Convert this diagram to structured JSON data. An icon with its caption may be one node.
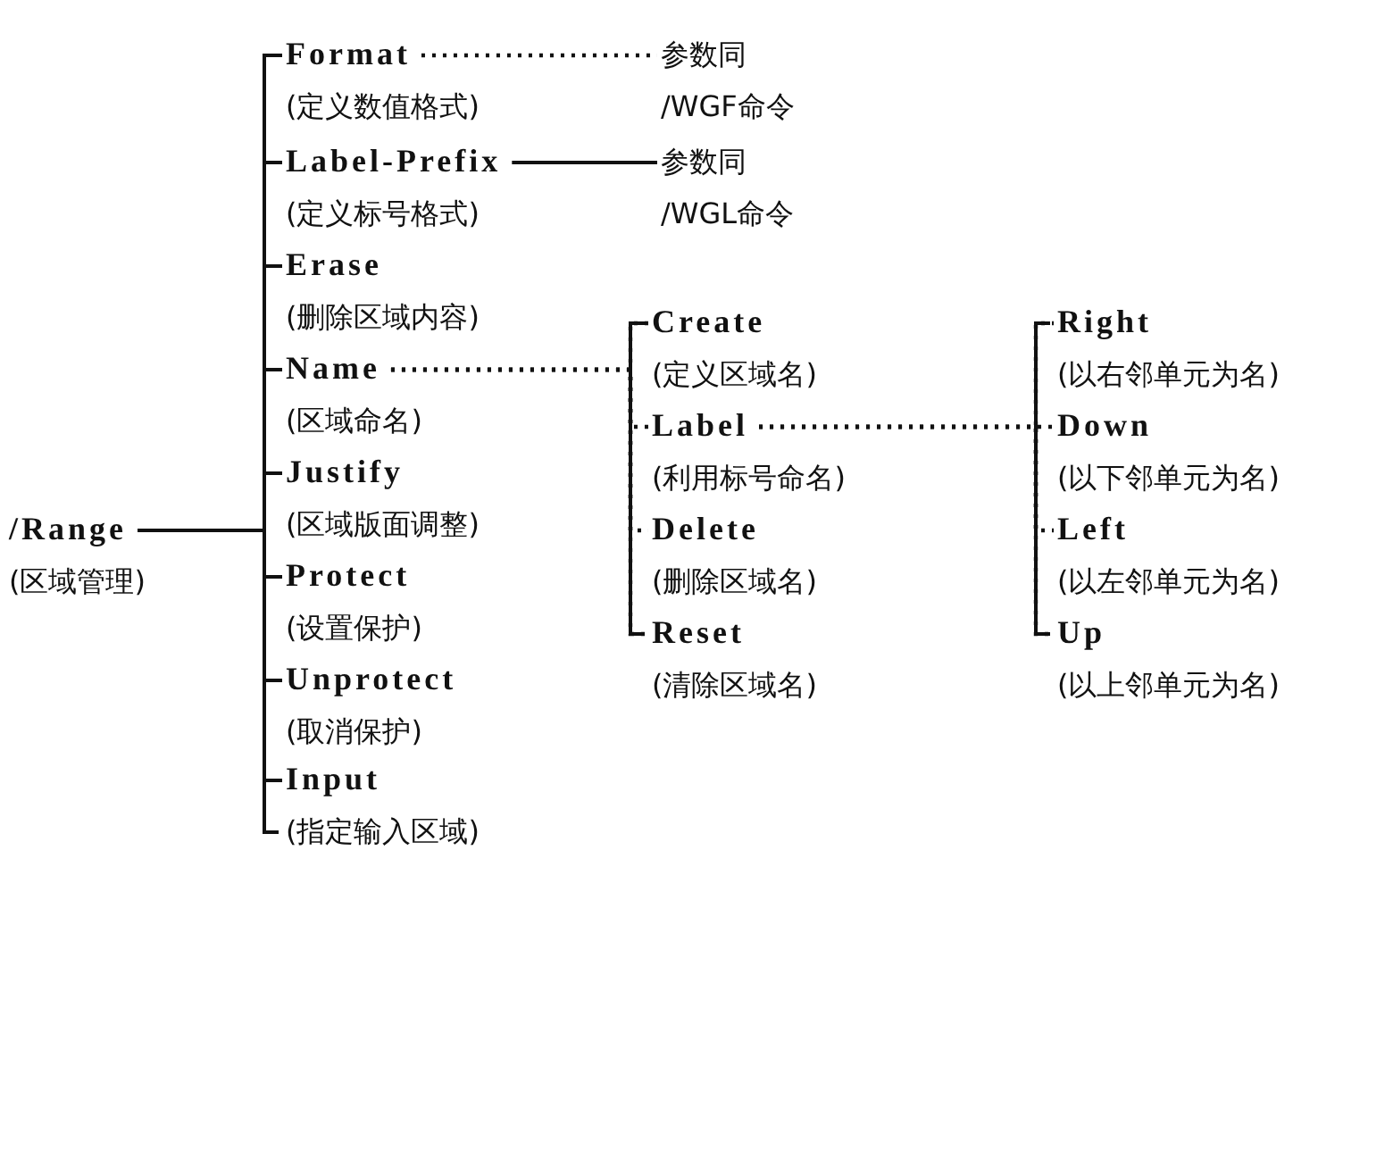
{
  "diagram": {
    "nodes": [
      {
        "text": [
          "/Range",
          "(区域管理)"
        ]
      },
      {
        "text": [
          "Format",
          "(定义数值格式)"
        ]
      },
      {
        "text": [
          "Label-Prefix",
          "(定义标号格式)"
        ]
      },
      {
        "text": [
          "Erase",
          "(删除区域内容)"
        ]
      },
      {
        "text": [
          "Name",
          "(区域命名)"
        ]
      },
      {
        "text": [
          "Justify",
          "(区域版面调整)"
        ]
      },
      {
        "text": [
          "Protect",
          "(设置保护)"
        ]
      },
      {
        "text": [
          "Unprotect",
          "(取消保护)"
        ]
      },
      {
        "text": [
          "Input",
          "(指定输入区域)"
        ]
      },
      {
        "text": [
          "参数同",
          "/WGF命令"
        ]
      },
      {
        "text": [
          "参数同",
          "/WGL命令"
        ]
      },
      {
        "text": [
          "Create",
          "(定义区域名)"
        ]
      },
      {
        "text": [
          "Label",
          "(利用标号命名)"
        ]
      },
      {
        "text": [
          "Delete",
          "(删除区域名)"
        ]
      },
      {
        "text": [
          "Reset",
          "(清除区域名)"
        ]
      },
      {
        "text": [
          "Right",
          "(以右邻单元为名)"
        ]
      },
      {
        "text": [
          "Down",
          "(以下邻单元为名)"
        ]
      },
      {
        "text": [
          "Left",
          "(以左邻单元为名)"
        ]
      },
      {
        "text": [
          "Up",
          "(以上邻单元为名)"
        ]
      }
    ],
    "edges": [
      {
        "from": 0,
        "to": 1,
        "arrow": "none"
      },
      {
        "from": 0,
        "to": 2,
        "arrow": "none"
      },
      {
        "from": 0,
        "to": 3,
        "arrow": "none"
      },
      {
        "from": 0,
        "to": 4,
        "arrow": "none"
      },
      {
        "from": 0,
        "to": 5,
        "arrow": "none"
      },
      {
        "from": 0,
        "to": 6,
        "arrow": "none"
      },
      {
        "from": 0,
        "to": 7,
        "arrow": "none"
      },
      {
        "from": 0,
        "to": 8,
        "arrow": "none"
      },
      {
        "from": 1,
        "to": 9,
        "arrow": "none",
        "style": "dashed"
      },
      {
        "from": 2,
        "to": 10,
        "arrow": "none"
      },
      {
        "from": 4,
        "to": 11,
        "arrow": "none",
        "style": "dashed"
      },
      {
        "from": 4,
        "to": 12,
        "arrow": "none",
        "style": "dashed"
      },
      {
        "from": 4,
        "to": 13,
        "arrow": "none",
        "style": "dashed"
      },
      {
        "from": 4,
        "to": 14,
        "arrow": "none",
        "style": "dashed"
      },
      {
        "from": 12,
        "to": 15,
        "arrow": "none",
        "style": "dashed"
      },
      {
        "from": 12,
        "to": 16,
        "arrow": "none",
        "style": "dashed"
      },
      {
        "from": 12,
        "to": 17,
        "arrow": "none",
        "style": "dashed"
      },
      {
        "from": 12,
        "to": 18,
        "arrow": "none",
        "style": "dashed"
      }
    ]
  }
}
